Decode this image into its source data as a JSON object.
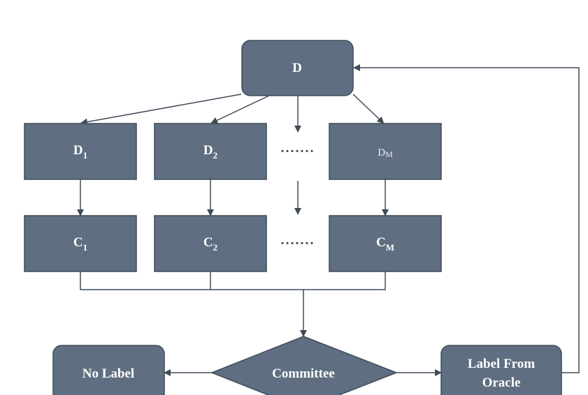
{
  "diagram": {
    "nodes": {
      "root": {
        "label": "D"
      },
      "d1": {
        "base": "D",
        "sub": "1"
      },
      "d2": {
        "base": "D",
        "sub": "2"
      },
      "dm": {
        "base": "D",
        "sub": "M"
      },
      "c1": {
        "base": "C",
        "sub": "1"
      },
      "c2": {
        "base": "C",
        "sub": "2"
      },
      "cm": {
        "base": "C",
        "sub": "M"
      },
      "committee": {
        "label": "Committee"
      },
      "no_label": {
        "label": "No Label"
      },
      "oracle": {
        "line1": "Label From",
        "line2": "Oracle"
      }
    },
    "ellipsis": "......."
  },
  "colors": {
    "node_fill": "#5f6f81",
    "edge": "#3f4b58"
  }
}
